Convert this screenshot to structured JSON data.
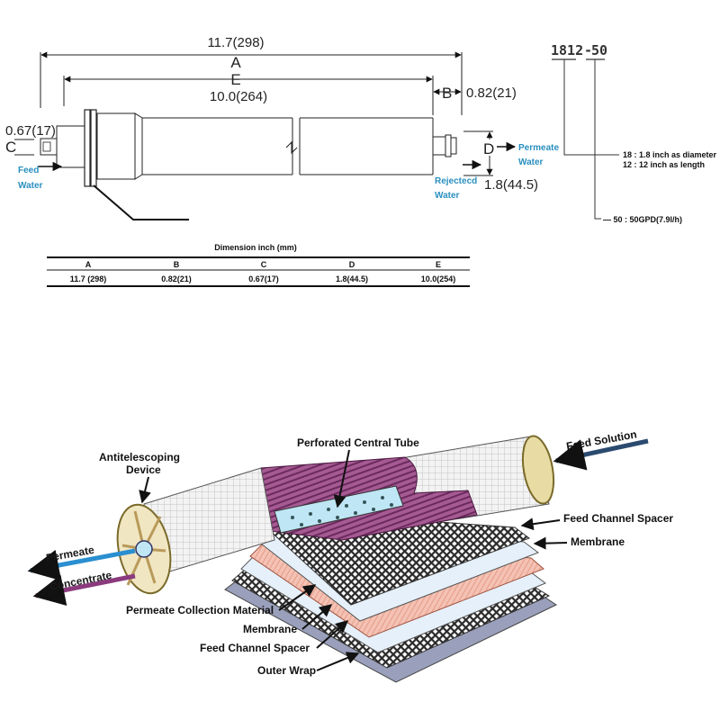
{
  "spec_drawing": {
    "dim_A_value": "11.7(298)",
    "dim_A_letter": "A",
    "dim_E_letter": "E",
    "dim_E_value": "10.0(264)",
    "dim_B_letter": "B",
    "dim_B_value": "0.82(21)",
    "dim_C_value": "0.67(17)",
    "dim_C_letter": "C",
    "dim_D_letter": "D",
    "dim_D_value": "1.8(44.5)",
    "feed_water_1": "Feed",
    "feed_water_2": "Water",
    "permeate_water_1": "Permeate",
    "permeate_water_2": "Water",
    "rejected_water_1": "Rejectecd",
    "rejected_water_2": "Water"
  },
  "model_code": {
    "code_left": "1812",
    "code_sep": "-",
    "code_right": "50",
    "note_diameter": "18 : 1.8 inch as diameter",
    "note_length": "12 : 12 inch as length",
    "note_gpd": "— 50 :  50GPD(7.9l/h)"
  },
  "dimension_table": {
    "title": "Dimension  inch (mm)",
    "headers": [
      "A",
      "B",
      "C",
      "D",
      "E"
    ],
    "values": [
      "11.7 (298)",
      "0.82(21)",
      "0.67(17)",
      "1.8(44.5)",
      "10.0(254)"
    ]
  },
  "membrane_diagram": {
    "antitelescoping_1": "Antitelescoping",
    "antitelescoping_2": "Device",
    "perforated_tube": "Perforated Central Tube",
    "feed_solution": "Feed Solution",
    "feed_channel_spacer_top": "Feed Channel Spacer",
    "membrane_top": "Membrane",
    "permeate": "Permeate",
    "concentrate": "Concentrate",
    "permeate_collection": "Permeate Collection Material",
    "membrane_bottom": "Membrane",
    "feed_channel_spacer_bottom": "Feed Channel Spacer",
    "outer_wrap": "Outer Wrap"
  },
  "colors": {
    "blue_label": "#2a8fbf",
    "permeate_arrow": "#2a8fd0",
    "concentrate_arrow": "#8b3a7e",
    "feed_arrow": "#2b4a6f",
    "purple_wrap": "#8a3f7a",
    "salmon_sheet": "#f4c2b4"
  }
}
